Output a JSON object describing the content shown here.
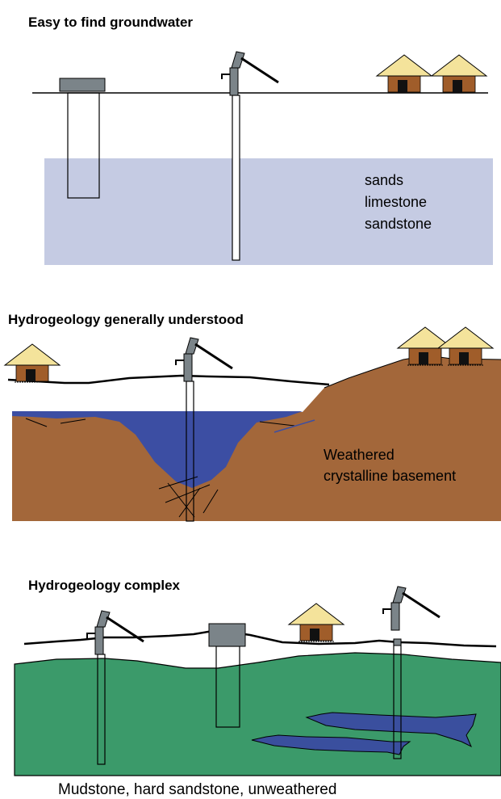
{
  "panels": [
    {
      "title": "Easy to find groundwater",
      "rock_lines": [
        "sands",
        "limestone",
        "sandstone"
      ],
      "aquifer_color": "#c5cbe3"
    },
    {
      "title": "Hydrogeology generally understood",
      "rock_lines": [
        "Weathered",
        "crystalline basement"
      ],
      "ground_color": "#a3673a",
      "water_color": "#3c4ea3"
    },
    {
      "title": "Hydrogeology complex",
      "rock_color": "#3b9a6a",
      "water_color": "#3a4f9e"
    }
  ],
  "caption": "Mudstone, hard sandstone, unweathered",
  "icons": [
    "hand-pump-icon",
    "dug-well-icon",
    "hut-icon"
  ],
  "colors": {
    "hut_roof": "#f4e39b",
    "hut_wall": "#a05d2a",
    "pump": "#7b8489"
  }
}
